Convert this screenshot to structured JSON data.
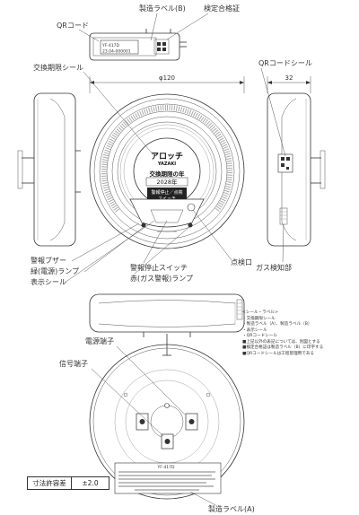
{
  "labels": {
    "mfg_label_b": "製造ラベル(B)",
    "inspection_mark": "検定合格証",
    "qr_code": "QRコード",
    "qr_code_seal": "QRコードシール",
    "replacement_seal": "交換期限シール",
    "buzzer": "警報ブザー",
    "power_lamp": "緑(電源)ランプ",
    "indicator_seal": "表示シール",
    "stop_switch": "警報停止スイッチ",
    "gas_lamp": "赤(ガス警報)ランプ",
    "check_port": "点検口",
    "gas_sensor": "ガス検知部",
    "power_terminal": "電源端子",
    "signal_terminal": "信号端子",
    "mfg_label_a": "製造ラベル(A)"
  },
  "dimensions": {
    "diameter": "φ120",
    "depth": "32"
  },
  "device": {
    "brand": "アロッチ",
    "maker": "YAZAKI",
    "replace_title": "交換期限の年",
    "replace_year": "2028年",
    "switch_text_1": "警報停止／点検",
    "switch_text_2": "スイッチ",
    "model": "YF-417D",
    "serial": "23.04-000001",
    "bottom_model": "YF-417D"
  },
  "notes": {
    "title": "<シール・ラベル>",
    "items": [
      "・交換期限シール",
      "・製造ラベル（A）、製造ラベル（B）",
      "・表示シール",
      "・QRコードシール",
      "■上記以外の表記については、別図とする",
      "■検定合格証は製造ラベル（B）に印字する",
      "■QRコードシールは工程管理用である"
    ]
  },
  "tolerance": {
    "label": "寸法許容差",
    "value": "±2.0"
  }
}
